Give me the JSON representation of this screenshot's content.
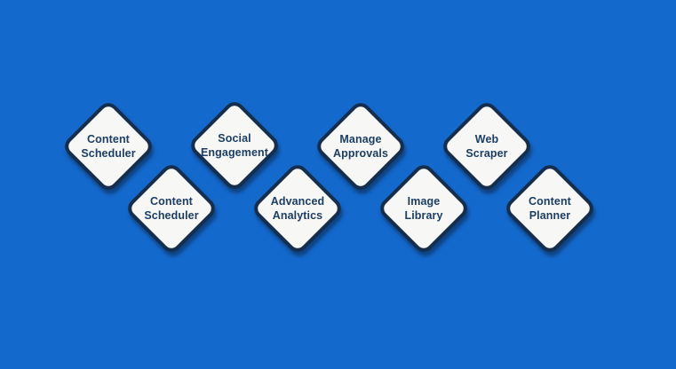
{
  "colors": {
    "bg": "#1469cd",
    "fill": "#f7f7f5",
    "navy": "#152e4d",
    "text-navy": "#1c3e63"
  },
  "diamonds": [
    {
      "name": "content-scheduler-1",
      "lines": [
        "Content",
        "Scheduler"
      ]
    },
    {
      "name": "social-engagement",
      "lines": [
        "Social",
        "Engagement"
      ]
    },
    {
      "name": "manage-approvals",
      "lines": [
        "Manage",
        "Approvals"
      ]
    },
    {
      "name": "web-scraper",
      "lines": [
        "Web",
        "Scraper"
      ]
    },
    {
      "name": "content-scheduler-2",
      "lines": [
        "Content",
        "Scheduler"
      ]
    },
    {
      "name": "advanced-analytics",
      "lines": [
        "Advanced",
        "Analytics"
      ]
    },
    {
      "name": "image-library",
      "lines": [
        "Image",
        "Library"
      ]
    },
    {
      "name": "content-planner",
      "lines": [
        "Content",
        "Planner"
      ]
    }
  ]
}
